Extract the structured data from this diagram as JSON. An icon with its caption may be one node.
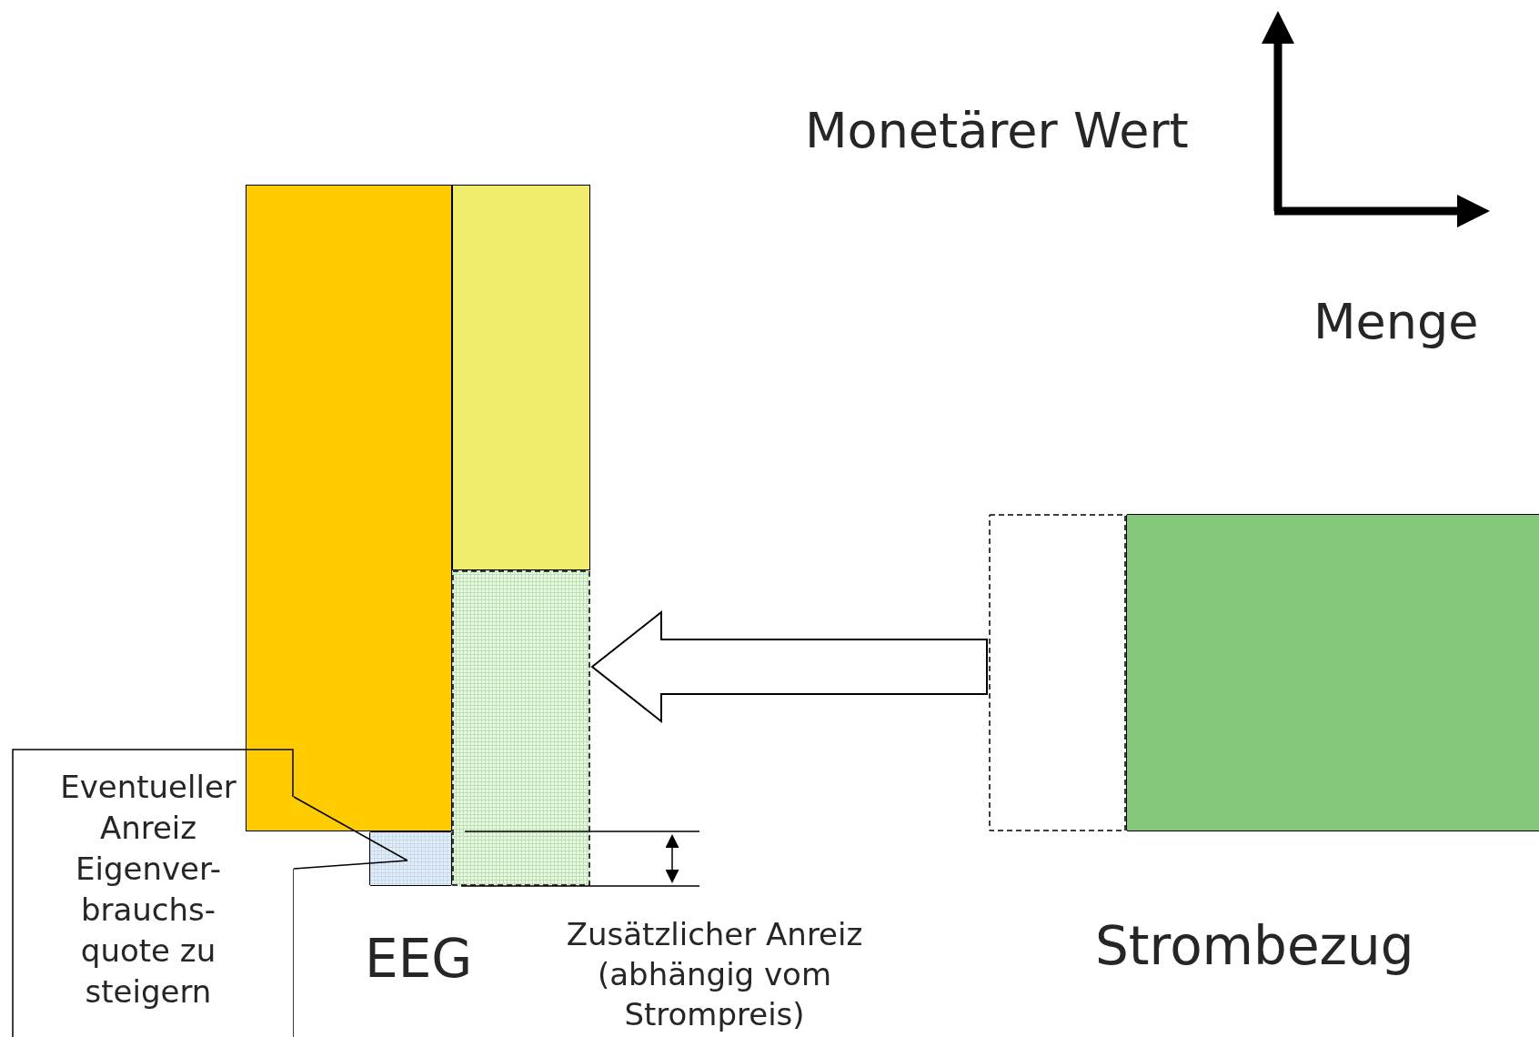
{
  "diagram": {
    "nodes": [
      {
        "text": [],
        "shape": "bar"
      },
      {
        "text": [],
        "shape": "bar"
      },
      {
        "text": [],
        "shape": "bar"
      },
      {
        "text": [],
        "shape": "box"
      },
      {
        "text": [],
        "shape": "box"
      },
      {
        "text": [],
        "shape": "box"
      },
      {
        "text": [
          "Eventueller Anreiz Eigenver- brauchs- quote zu steigern"
        ]
      }
    ],
    "edges": [
      {
        "from": 4,
        "to": 2,
        "arrow": "to",
        "style": "thick"
      },
      {
        "from": 6,
        "to": 3,
        "arrow": "none"
      }
    ],
    "labels": [
      "Monetärer Wert",
      "Menge",
      "EEG",
      "Zusätzlicher Anreiz (abhängig vom Strompreis)",
      "Strombezug"
    ]
  }
}
